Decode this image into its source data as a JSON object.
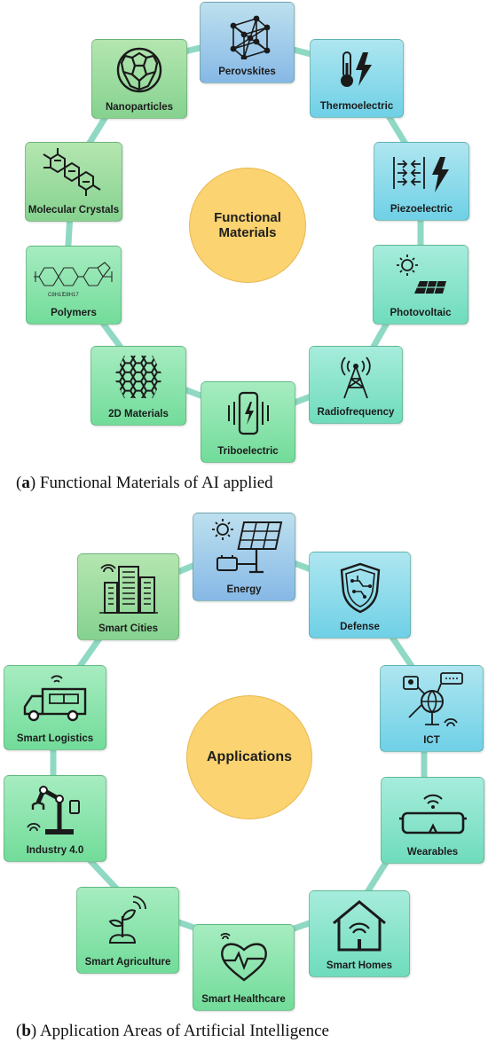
{
  "panel_a": {
    "hub": "Functional Materials",
    "caption_letter": "a",
    "caption_text": "Functional Materials of AI applied",
    "nodes": [
      {
        "label": "Perovskites",
        "icon": "crystal-lattice-icon"
      },
      {
        "label": "Thermoelectric",
        "icon": "thermometer-bolt-icon"
      },
      {
        "label": "Piezoelectric",
        "icon": "pressure-bolt-icon"
      },
      {
        "label": "Photovoltaic",
        "icon": "solar-panel-icon"
      },
      {
        "label": "Radiofrequency",
        "icon": "antenna-tower-icon"
      },
      {
        "label": "Triboelectric",
        "icon": "phone-vibration-icon"
      },
      {
        "label": "2D Materials",
        "icon": "hexagon-grid-icon"
      },
      {
        "label": "Polymers",
        "icon": "polymer-structure-icon"
      },
      {
        "label": "Molecular Crystals",
        "icon": "molecule-rings-icon"
      },
      {
        "label": "Nanoparticles",
        "icon": "fullerene-icon"
      }
    ],
    "polymer_formula_labels": [
      "C8H17",
      "C8H17"
    ]
  },
  "panel_b": {
    "hub": "Applications",
    "caption_letter": "b",
    "caption_text": "Application Areas of Artificial Intelligence",
    "nodes": [
      {
        "label": "Energy",
        "icon": "solar-energy-icon"
      },
      {
        "label": "Defense",
        "icon": "shield-circuit-icon"
      },
      {
        "label": "ICT",
        "icon": "network-globe-icon"
      },
      {
        "label": "Wearables",
        "icon": "smart-glasses-icon"
      },
      {
        "label": "Smart Homes",
        "icon": "smart-home-icon"
      },
      {
        "label": "Smart Healthcare",
        "icon": "heartbeat-icon"
      },
      {
        "label": "Smart Agriculture",
        "icon": "plant-sprout-icon"
      },
      {
        "label": "Industry 4.0",
        "icon": "robotic-arm-icon"
      },
      {
        "label": "Smart Logistics",
        "icon": "delivery-truck-icon"
      },
      {
        "label": "Smart Cities",
        "icon": "city-buildings-icon"
      }
    ]
  },
  "colors": {
    "hub": "#fbd370",
    "link": "#8fd9c4",
    "blue": "#86b8e6",
    "cyan": "#6fd0e6",
    "teal": "#6fdcbc",
    "green": "#72dc9a"
  }
}
